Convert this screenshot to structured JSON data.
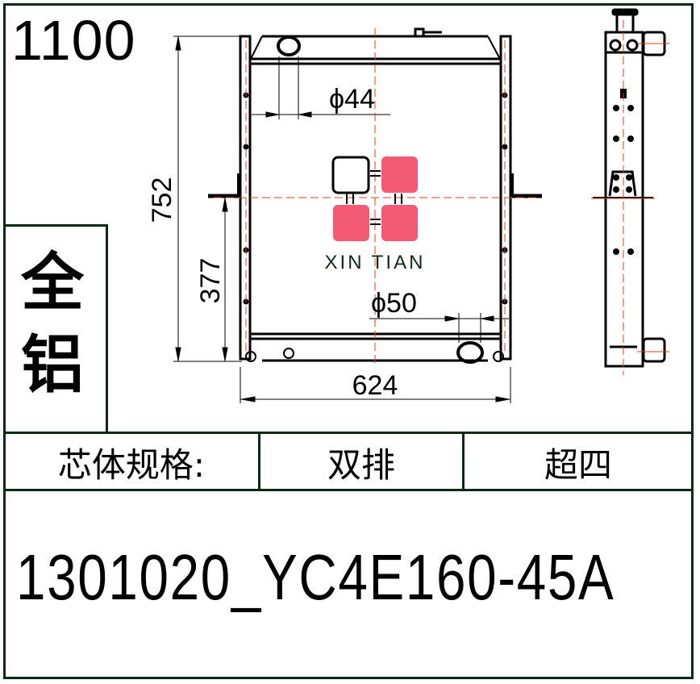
{
  "header": {
    "code": "1100"
  },
  "material": {
    "label": "全铝",
    "chars": [
      "全",
      "铝"
    ]
  },
  "drawing": {
    "dimensions": {
      "height_total": "752",
      "height_lower": "377",
      "width": "624",
      "inlet_diameter": "ϕ44",
      "outlet_diameter": "ϕ50"
    },
    "logo_text": "XIN TIAN",
    "colors": {
      "logo_red": "#f45b72",
      "centerline": "#e0401a",
      "line": "#000000",
      "logo_text": "#0f2a12"
    }
  },
  "spec_row": {
    "label": "芯体规格:",
    "rows": "双排",
    "type": "超四"
  },
  "model_number": "1301020_YC4E160-45A",
  "colors": {
    "border": "#0f2a12"
  }
}
